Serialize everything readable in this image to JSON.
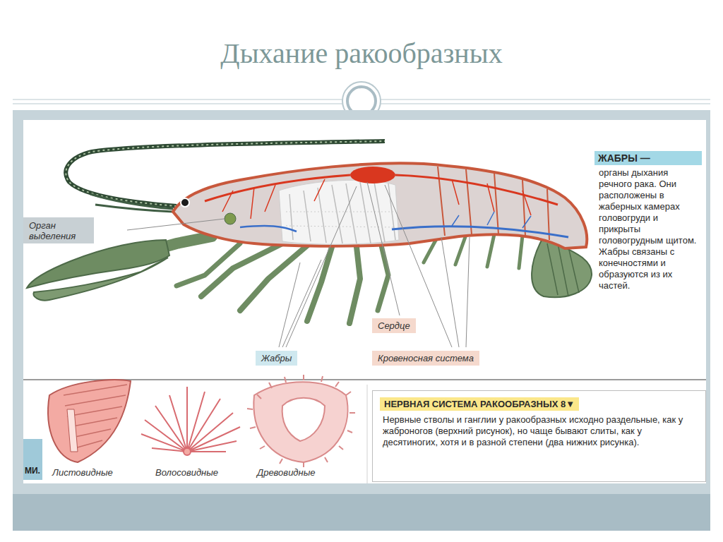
{
  "diagram": {
    "title": "Дыхание ракообразных",
    "nodes": [
      {
        "text": [
          "ЖАБРЫ —",
          "органы дыхания речного рака. Они расположены в жаберных камерах головогруди и прикрыты головогрудным щитом. Жабры связаны с конечностями и образуются из их частей."
        ]
      },
      {
        "text": [
          "Орган выделения"
        ]
      },
      {
        "text": [
          "Сердце"
        ]
      },
      {
        "text": [
          "Жабры"
        ]
      },
      {
        "text": [
          "Кровеносная система"
        ]
      },
      {
        "text": [
          "НЕРВНАЯ СИСТЕМА РАКООБРАЗНЫХ 8▼",
          "Нервные стволы и ганглии у ракообразных исходно раздельные, как у жаброногов (верхний рисунок), но чаще бывают слиты, как у десятиногих, хотя и в разной степени (два нижних рисунка)."
        ]
      },
      {
        "text": [
          "МИ."
        ]
      }
    ],
    "labels": [
      "Листовидные",
      "Волосовидные",
      "Древовидные"
    ]
  }
}
